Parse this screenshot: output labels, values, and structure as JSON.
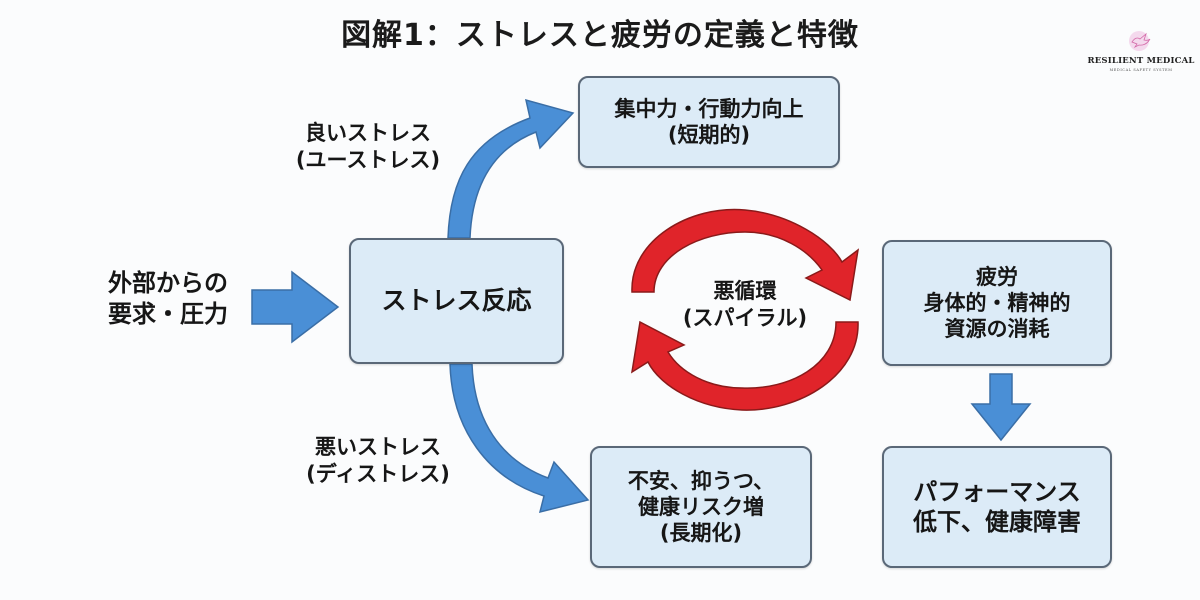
{
  "title": "図解1：ストレスと疲労の定義と特徴",
  "logo": {
    "name": "RESILIENT MEDICAL",
    "subtitle": "MEDICAL SAFETY SYSTEM",
    "icon": "dove-icon"
  },
  "nodes": {
    "external": {
      "lines": [
        "外部からの",
        "要求・圧力"
      ]
    },
    "stress_response": {
      "lines": [
        "ストレス反応"
      ]
    },
    "eustress_outcome": {
      "lines": [
        "集中力・行動力向上",
        "(短期的)"
      ]
    },
    "distress_outcome": {
      "lines": [
        "不安、抑うつ、",
        "健康リスク増",
        "(長期化)"
      ]
    },
    "vicious_cycle": {
      "lines": [
        "悪循環",
        "(スパイラル)"
      ]
    },
    "fatigue": {
      "lines": [
        "疲労",
        "身体的・精神的",
        "資源の消耗"
      ]
    },
    "performance": {
      "lines": [
        "パフォーマンス",
        "低下、健康障害"
      ]
    }
  },
  "edge_labels": {
    "good_stress": {
      "lines": [
        "良いストレス",
        "(ユーストレス)"
      ]
    },
    "bad_stress": {
      "lines": [
        "悪いストレス",
        "(ディストレス)"
      ]
    }
  },
  "colors": {
    "flow_arrow": "#4a8fd6",
    "cycle_arrow": "#e0242a",
    "box_fill": "#dcebf7",
    "box_border": "#5a6878"
  }
}
